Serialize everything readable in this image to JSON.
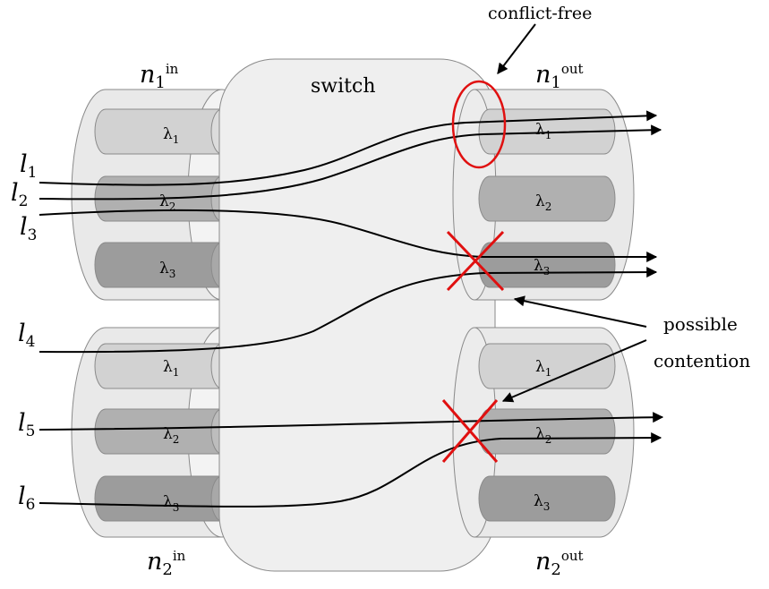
{
  "switch_label": "switch",
  "annotations": {
    "conflict_free": "conflict-free",
    "possible": "possible",
    "contention": "contention"
  },
  "nodes": {
    "n1_in": {
      "base": "n",
      "sub": "1",
      "sup": "in"
    },
    "n2_in": {
      "base": "n",
      "sub": "2",
      "sup": "in"
    },
    "n1_out": {
      "base": "n",
      "sub": "1",
      "sup": "out"
    },
    "n2_out": {
      "base": "n",
      "sub": "2",
      "sup": "out"
    }
  },
  "wavelengths": {
    "in_top": [
      {
        "base": "λ",
        "sub": "1"
      },
      {
        "base": "λ",
        "sub": "2"
      },
      {
        "base": "λ",
        "sub": "3"
      }
    ],
    "in_bottom": [
      {
        "base": "λ",
        "sub": "1"
      },
      {
        "base": "λ",
        "sub": "2"
      },
      {
        "base": "λ",
        "sub": "3"
      }
    ],
    "out_top": [
      {
        "base": "λ",
        "sub": "1"
      },
      {
        "base": "λ",
        "sub": "2"
      },
      {
        "base": "λ",
        "sub": "3"
      }
    ],
    "out_bottom": [
      {
        "base": "λ",
        "sub": "1"
      },
      {
        "base": "λ",
        "sub": "2"
      },
      {
        "base": "λ",
        "sub": "3"
      }
    ]
  },
  "lightpaths": [
    {
      "base": "l",
      "sub": "1"
    },
    {
      "base": "l",
      "sub": "2"
    },
    {
      "base": "l",
      "sub": "3"
    },
    {
      "base": "l",
      "sub": "4"
    },
    {
      "base": "l",
      "sub": "5"
    },
    {
      "base": "l",
      "sub": "6"
    }
  ],
  "colors": {
    "lambda_light": "#d2d2d2",
    "lambda_mid": "#b0b0b0",
    "lambda_dark": "#9c9c9c",
    "marker_red": "#e01010",
    "switch_fill": "#efefef"
  }
}
